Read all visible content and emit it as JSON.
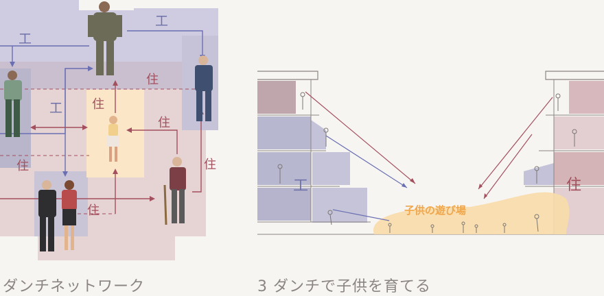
{
  "left_diagram": {
    "caption": "ダンチネットワーク",
    "labels": {
      "work_top_left": "工",
      "work_top_right": "工",
      "work_mid": "工",
      "home_mid_top": "住",
      "home_center": "住",
      "home_right": "住",
      "home_far_right": "住",
      "home_left": "住",
      "home_bottom": "住"
    }
  },
  "right_diagram": {
    "caption": "3 ダンチで子供を育てる",
    "labels": {
      "work": "工",
      "home": "住",
      "playground": "子供の遊び場"
    }
  },
  "colors": {
    "work_zone": "#c7c3d6",
    "home_zone": "#e4d1d1",
    "child_zone": "#fbe6c6",
    "arrow_work": "#6a6fb3",
    "arrow_home": "#a44f5d",
    "playground": "#f7d7a0"
  }
}
